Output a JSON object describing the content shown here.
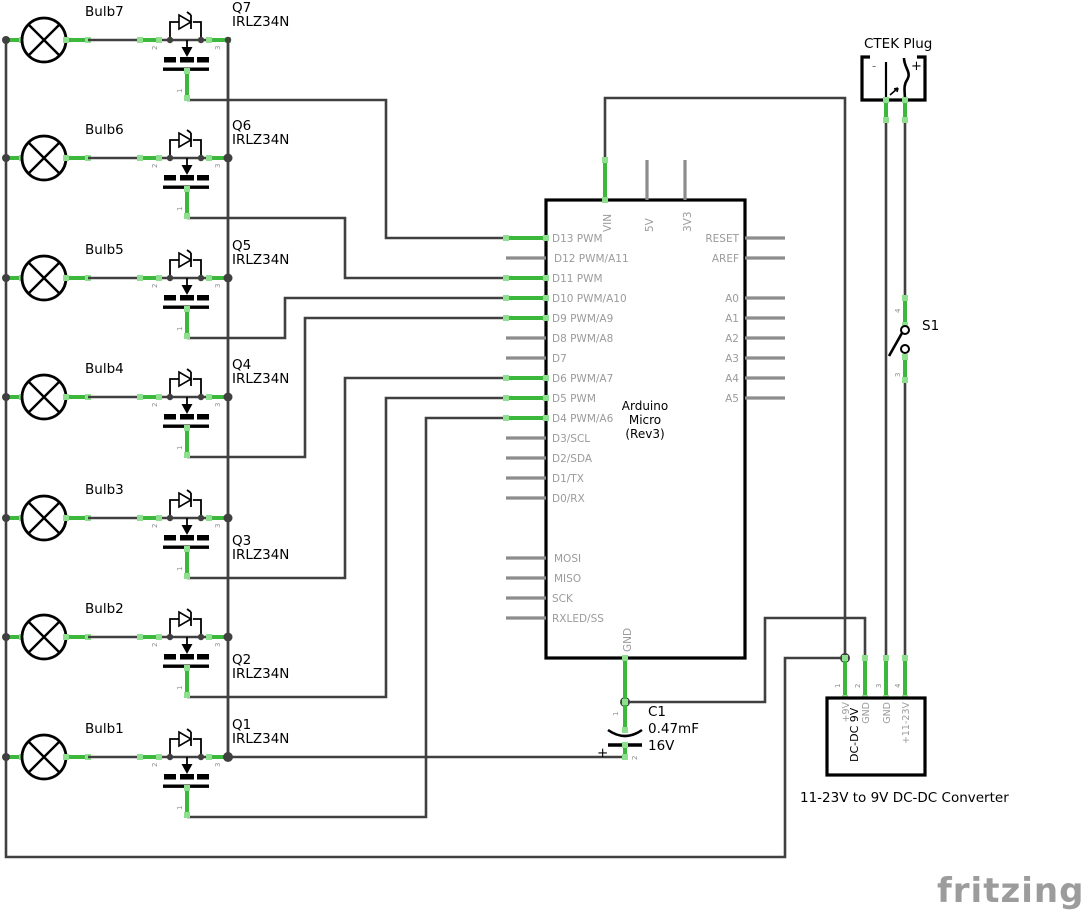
{
  "colors": {
    "ink": "#000000",
    "wire": "#404040",
    "green": "#3cb83c",
    "green_cap": "#8ee08e",
    "gray_pin": "#8c8c8c",
    "text_gray": "#9b9b9b",
    "logo": "#9c9c9c"
  },
  "rows": [
    {
      "bulb": "Bulb7",
      "ref": "Q7",
      "part": "IRLZ34N"
    },
    {
      "bulb": "Bulb6",
      "ref": "Q6",
      "part": "IRLZ34N"
    },
    {
      "bulb": "Bulb5",
      "ref": "Q5",
      "part": "IRLZ34N"
    },
    {
      "bulb": "Bulb4",
      "ref": "Q4",
      "part": "IRLZ34N"
    },
    {
      "bulb": "Bulb3",
      "ref": "Q3",
      "part": "IRLZ34N"
    },
    {
      "bulb": "Bulb2",
      "ref": "Q2",
      "part": "IRLZ34N"
    },
    {
      "bulb": "Bulb1",
      "ref": "Q1",
      "part": "IRLZ34N"
    }
  ],
  "mosfet_pins": {
    "gate": "1",
    "drain": "2",
    "source": "3"
  },
  "arduino": {
    "title_lines": [
      "Arduino",
      "Micro",
      "(Rev3)"
    ],
    "top_pins": [
      "VIN",
      "5V",
      "3V3"
    ],
    "bottom_pin": "GND",
    "left_pins": [
      "D13 PWM",
      "D12 PWM/A11",
      "D11 PWM",
      "D10 PWM/A10",
      "D9 PWM/A9",
      "D8 PWM/A8",
      "D7",
      "D6 PWM/A7",
      "D5 PWM",
      "D4 PWM/A6",
      "D3/SCL",
      "D2/SDA",
      "D1/TX",
      "D0/RX",
      "MOSI",
      "MISO",
      "SCK",
      "RXLED/SS"
    ],
    "right_pins": [
      "RESET",
      "AREF",
      "A0",
      "A1",
      "A2",
      "A3",
      "A4",
      "A5"
    ]
  },
  "ctek": {
    "label": "CTEK Plug",
    "minus": "-",
    "plus": "+"
  },
  "switch": {
    "label": "S1",
    "pin_top": "4",
    "pin_bottom": "3"
  },
  "cap": {
    "ref": "C1",
    "value": "0.47mF",
    "voltage": "16V",
    "plus": "+",
    "pin1": "1",
    "pin2": "2"
  },
  "dcdc": {
    "inner_label": "DC-DC 9V",
    "pin_numbers": [
      "1",
      "2",
      "3",
      "4"
    ],
    "pin_labels": [
      "+9V",
      "GND",
      "GND",
      "+11-23V"
    ],
    "caption": "11-23V to 9V DC-DC Converter"
  },
  "logo_text": "fritzing"
}
